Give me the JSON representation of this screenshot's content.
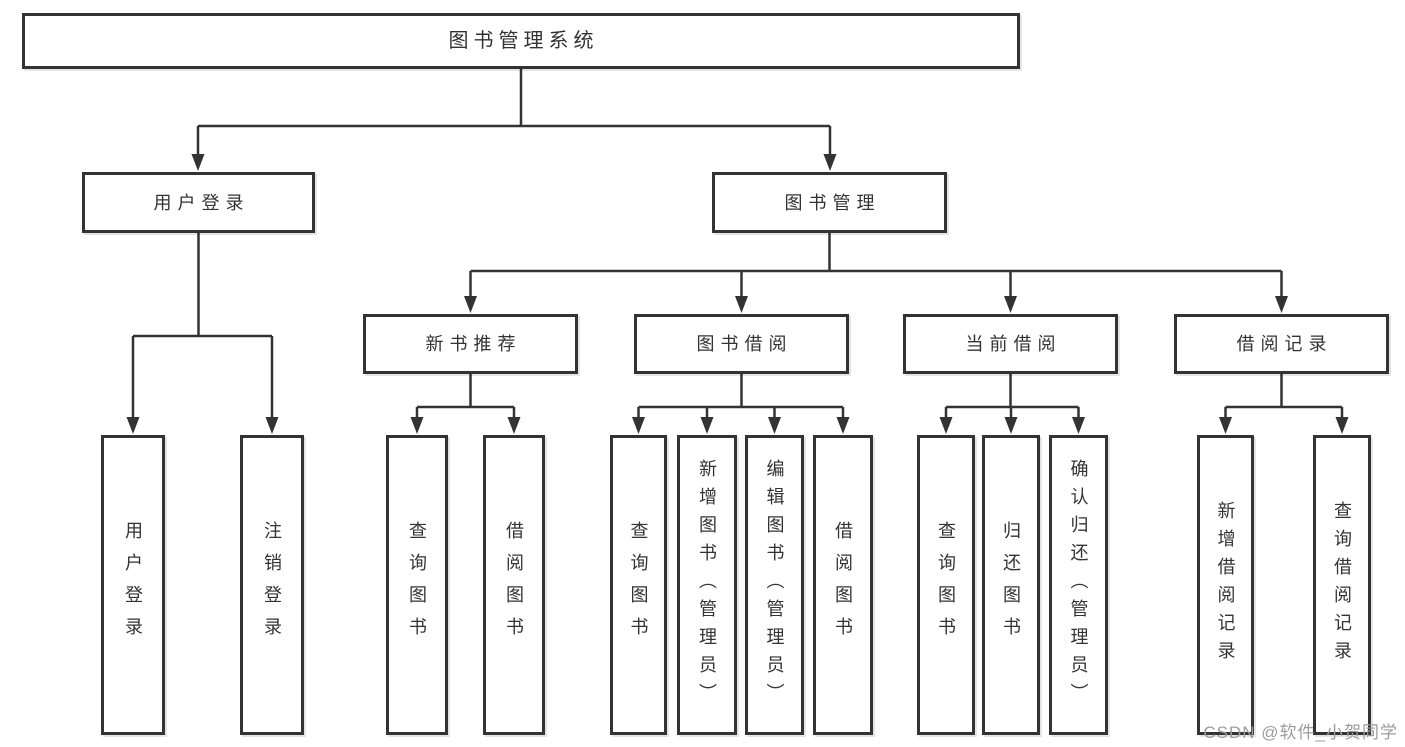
{
  "diagram_title": "图书管理系统",
  "watermark": "CSDN @软件_小贺同学",
  "colors": {
    "line": "#333333",
    "box_border": "#333333",
    "text": "#333333",
    "watermark": "#9c9c9c",
    "background": "#ffffff"
  },
  "nodes": {
    "root": {
      "label": "图书管理系统"
    },
    "user_login": {
      "label": "用户登录"
    },
    "book_mgmt": {
      "label": "图书管理"
    },
    "new_book": {
      "label": "新书推荐"
    },
    "book_borrow": {
      "label": "图书借阅"
    },
    "current_borrow": {
      "label": "当前借阅"
    },
    "borrow_record": {
      "label": "借阅记录"
    },
    "leaf_user_login": {
      "label": "用户登录"
    },
    "leaf_logout": {
      "label": "注销登录"
    },
    "leaf_nb_query": {
      "label": "查询图书"
    },
    "leaf_nb_borrow": {
      "label": "借阅图书"
    },
    "leaf_bb_query": {
      "label": "查询图书"
    },
    "leaf_bb_add": {
      "label": "新增图书（管理员）"
    },
    "leaf_bb_edit": {
      "label": "编辑图书（管理员）"
    },
    "leaf_bb_borrow": {
      "label": "借阅图书"
    },
    "leaf_cb_query": {
      "label": "查询图书"
    },
    "leaf_cb_return": {
      "label": "归还图书"
    },
    "leaf_cb_confirm": {
      "label": "确认归还（管理员）"
    },
    "leaf_br_add": {
      "label": "新增借阅记录"
    },
    "leaf_br_query": {
      "label": "查询借阅记录"
    }
  },
  "structure": {
    "图书管理系统": {
      "用户登录": [
        "用户登录",
        "注销登录"
      ],
      "图书管理": {
        "新书推荐": [
          "查询图书",
          "借阅图书"
        ],
        "图书借阅": [
          "查询图书",
          "新增图书（管理员）",
          "编辑图书（管理员）",
          "借阅图书"
        ],
        "当前借阅": [
          "查询图书",
          "归还图书",
          "确认归还（管理员）"
        ],
        "借阅记录": [
          "新增借阅记录",
          "查询借阅记录"
        ]
      }
    }
  }
}
